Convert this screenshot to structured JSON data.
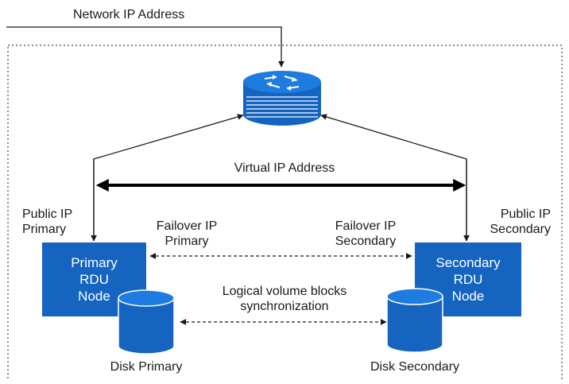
{
  "labels": {
    "network_ip": "Network IP Address",
    "virtual_ip": "Virtual IP Address",
    "public_primary_l1": "Public IP",
    "public_primary_l2": "Primary",
    "public_secondary_l1": "Public IP",
    "public_secondary_l2": "Secondary",
    "failover_primary_l1": "Failover IP",
    "failover_primary_l2": "Primary",
    "failover_secondary_l1": "Failover IP",
    "failover_secondary_l2": "Secondary",
    "logical_l1": "Logical volume blocks",
    "logical_l2": "synchronization",
    "disk_primary": "Disk Primary",
    "disk_secondary": "Disk Secondary"
  },
  "nodes": {
    "primary": {
      "l1": "Primary",
      "l2": "RDU",
      "l3": "Node"
    },
    "secondary": {
      "l1": "Secondary",
      "l2": "RDU",
      "l3": "Node"
    }
  },
  "icons": {
    "router": "router-icon",
    "disk": "disk-icon"
  },
  "colors": {
    "node_fill": "#1565c0",
    "line": "#1a1a1a"
  }
}
